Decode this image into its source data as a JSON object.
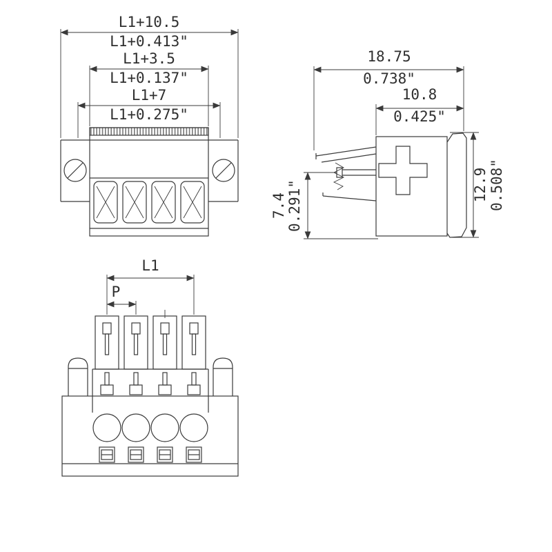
{
  "drawing": {
    "type": "technical-dimension-drawing",
    "views": {
      "front": {
        "dim_overall": {
          "metric": "L1+10.5",
          "imperial": "L1+0.413\""
        },
        "dim_body": {
          "metric": "L1+3.5",
          "imperial": "L1+0.137\""
        },
        "dim_flange": {
          "metric": "L1+7",
          "imperial": "L1+0.275\""
        }
      },
      "side": {
        "dim_depth_total": {
          "metric": "18.75",
          "imperial": "0.738\""
        },
        "dim_depth_front": {
          "metric": "10.8",
          "imperial": "0.425\""
        },
        "dim_height": {
          "metric": "12.9",
          "imperial": "0.508\""
        },
        "dim_pin_height": {
          "metric": "7.4",
          "imperial": "0.291\""
        }
      },
      "plug": {
        "dim_length": "L1",
        "dim_pitch": "P"
      }
    },
    "colors": {
      "line": "#3a3a3a",
      "background": "#ffffff"
    }
  }
}
